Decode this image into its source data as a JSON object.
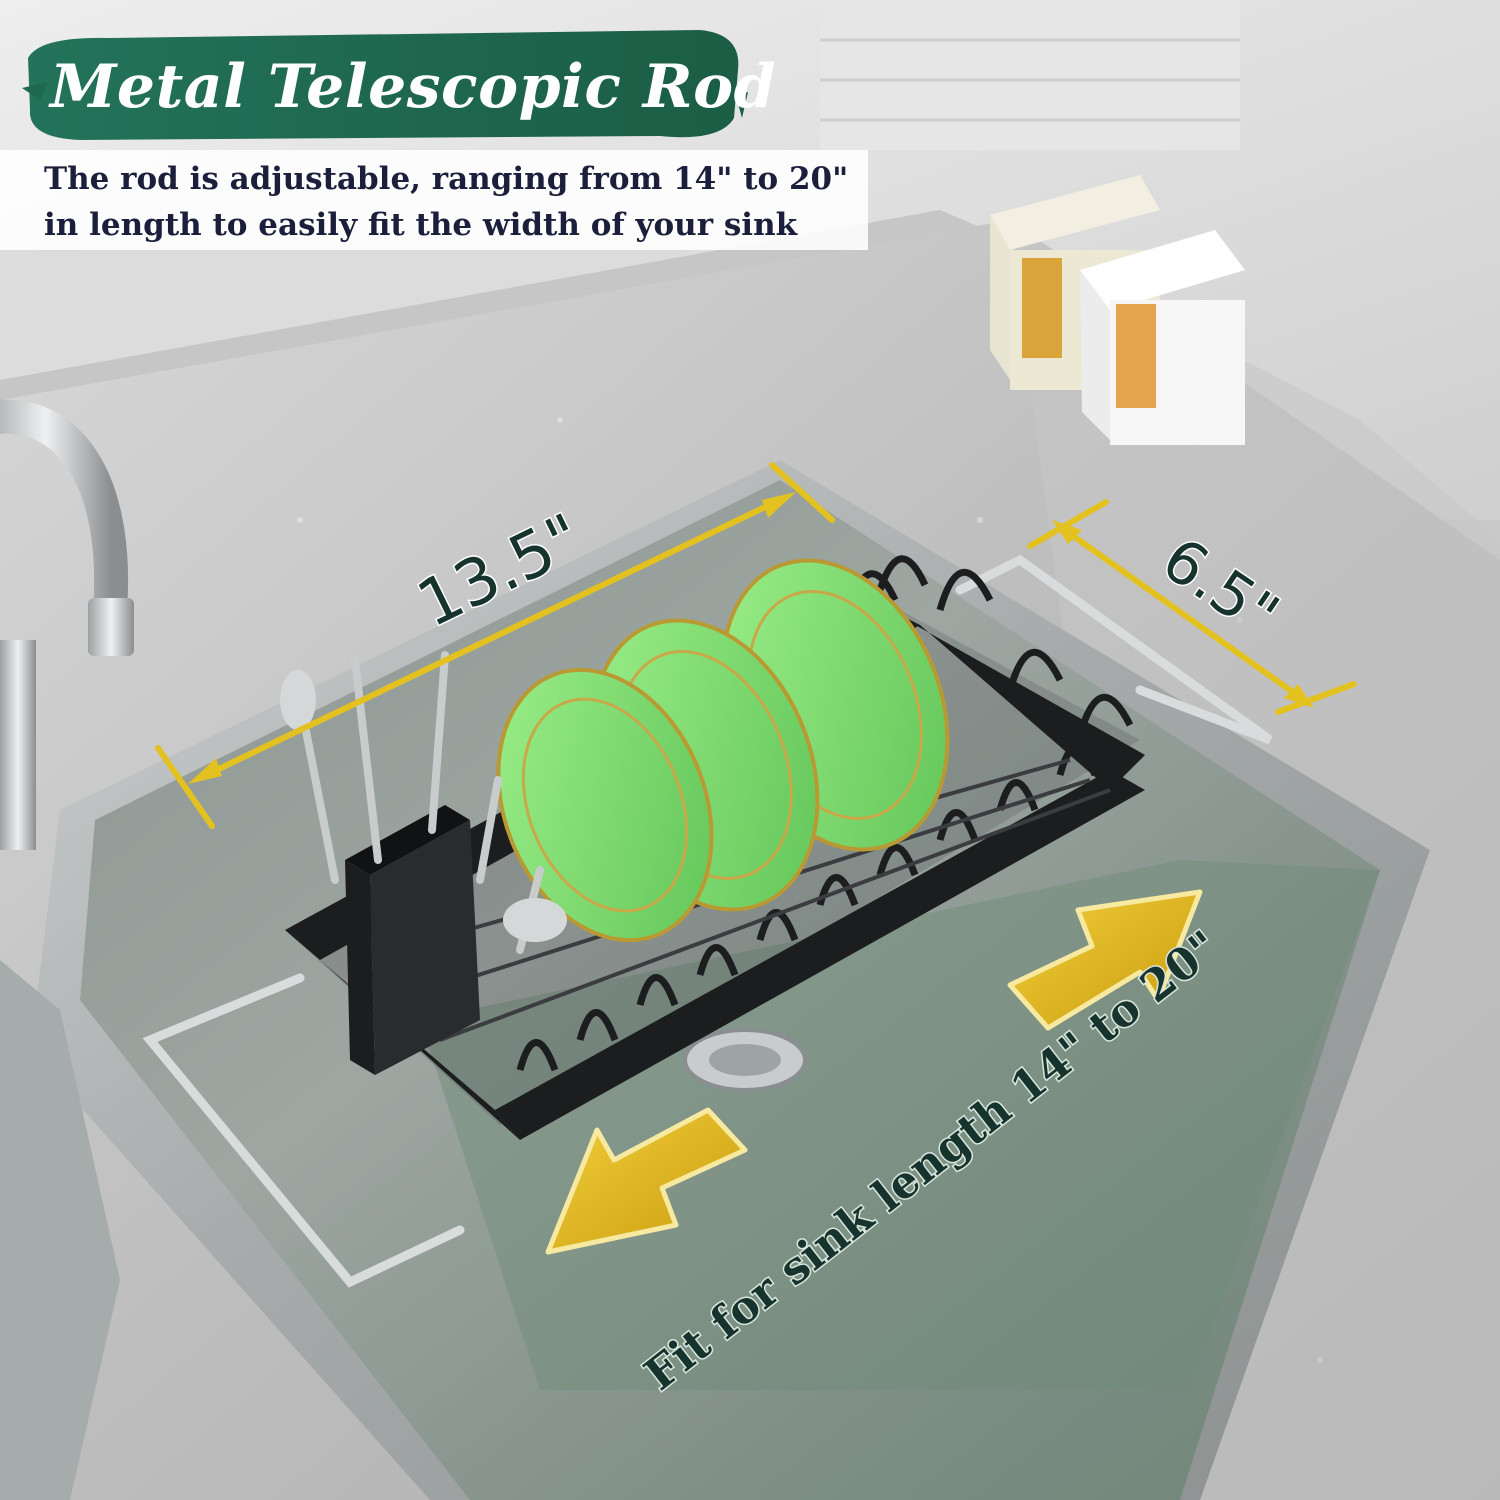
{
  "headline": {
    "title": "Metal Telescopic Rod",
    "description_line1": "The rod is adjustable, ranging from 14\" to 20\"",
    "description_line2": "in length to easily fit the width of your sink"
  },
  "dimensions": {
    "length_label": "13.5\"",
    "width_label": "6.5\""
  },
  "sink_fit_label": "Fit for sink length 14\" to 20\"",
  "colors": {
    "banner_green": "#1f6a4f",
    "dimension_yellow": "#e3c11f",
    "arrow_yellow": "#e2b71a",
    "label_dark_teal": "#16332e",
    "plate_green": "#7fdb6e",
    "rack_black": "#1c1d1f",
    "stainless": "#b9bcbd"
  },
  "icons": {
    "arrow_right": "arrow-right-icon",
    "arrow_left": "arrow-left-icon"
  }
}
